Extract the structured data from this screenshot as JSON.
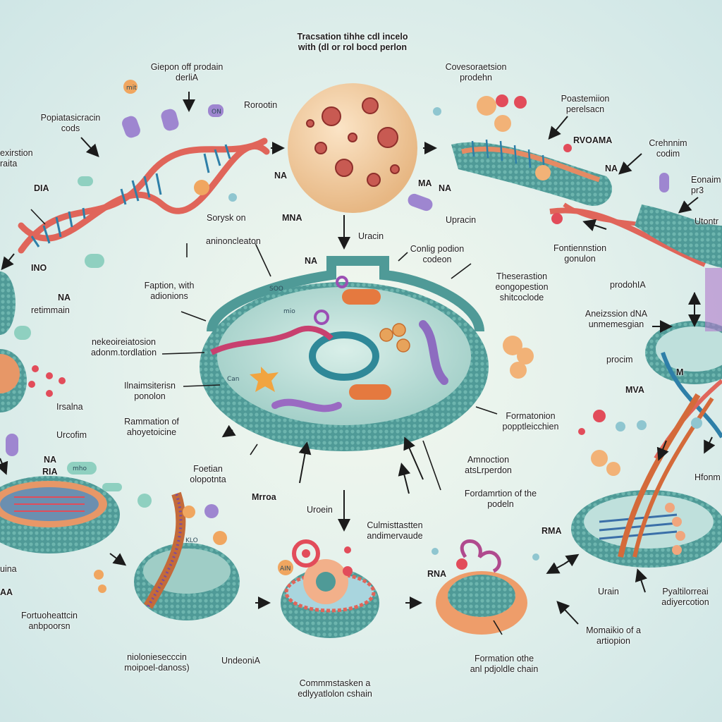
{
  "diagram": {
    "title": "Tracsation tihhe cdl incelo\nwith (dl or rol bocd perlon",
    "labels": {
      "top_left_group": "Giepon off prodain\nderliA",
      "popiat": "Popiatasicracin\ncods",
      "rorootin": "Rorootin",
      "exirstion": "exirstion\nraita",
      "dna_left": "DIA",
      "covesoraetsion": "Covesoraetsion\nprodehn",
      "poastemiion": "Poastemiion\nperelsacn",
      "rvoama": "RVOAMA",
      "crehnnim": "Crehnnim\ncodim",
      "na_right_top": "NA",
      "eonaim": "Eonaim\npr3",
      "utontr": "Utontr",
      "ma_mid": "MA",
      "na_mid": "NA",
      "upracin_top": "Upracin",
      "sorysk": "Sorysk on",
      "mna": "MNA",
      "na_top_dna": "NA",
      "uracin": "Uracin",
      "aninoncl": "aninoncleaton",
      "na_cell": "NA",
      "conlig": "Conlig podion\ncodeon",
      "fortinnestion": "Fontiennstion\ngonulon",
      "theserastion": "Theserastion\neongopestion\nshitcoclode",
      "prodohia": "prodohIA",
      "aneizssion": "Aneizssion dNA\nunmemesgian",
      "faption": "Faption, with\nadionions",
      "ino": "INO",
      "na_left": "NA",
      "retimmain": "retimmain",
      "nekeoire": "nekeoireiatosion\nadonm.tordlation",
      "linaimsit": "Ilnaimsiterisn\nponolon",
      "rsalna": "Irsalna",
      "rammation": "Rammation of\nahoyetoicine",
      "ucofim": "Urcofim",
      "procim": "procim",
      "mva": "MVA",
      "m_letter": "M",
      "formatonion": "Formatonion\npopptleicchien",
      "na_lower_left": "NA",
      "ria": "RIA",
      "foetian": "Foetian\nolopotnta",
      "mrroa": "Mrroa",
      "amnoction": "Amnoction\natsLrperdon",
      "hfonm": "Hfonm",
      "uiaa": "uina",
      "aa": "AA",
      "uroein": "Uroein",
      "culmisttastten": "Culmisttastten\nandimervaude",
      "fordamrtion": "Fordamrtion of the\npodeln",
      "rma_right": "RMA",
      "rna_mid": "RNA",
      "fornuo": "Fortuoheattcin\nanbpoorsn",
      "niolonies": "nioloniesecccin\nmoipoel-danoss)",
      "undeonia": "UndeoniA",
      "commmstasken": "Commmstasken a\nedlyyatlolon cshain",
      "formation_the": "Formation othe\nanl pdjoldle chain",
      "urain": "Urain",
      "pyaltilorreai": "Pyaltilorreai\nadiyercotion",
      "momaikio": "Momaikio of a\nartiopion"
    },
    "chips": {
      "mit": "mit",
      "on": "ON",
      "soo": "SOO",
      "mio": "mio",
      "can": "Can",
      "aln": "AIN",
      "klo": "KLO",
      "mho": "mho"
    },
    "colors": {
      "membrane": "#4f9a97",
      "dna_backbone": "#e0655a",
      "dna_rungs": "#2e7fa8",
      "protein": "#f0a660",
      "purple": "#8d6cc0",
      "red_dot": "#e24c5a"
    }
  }
}
